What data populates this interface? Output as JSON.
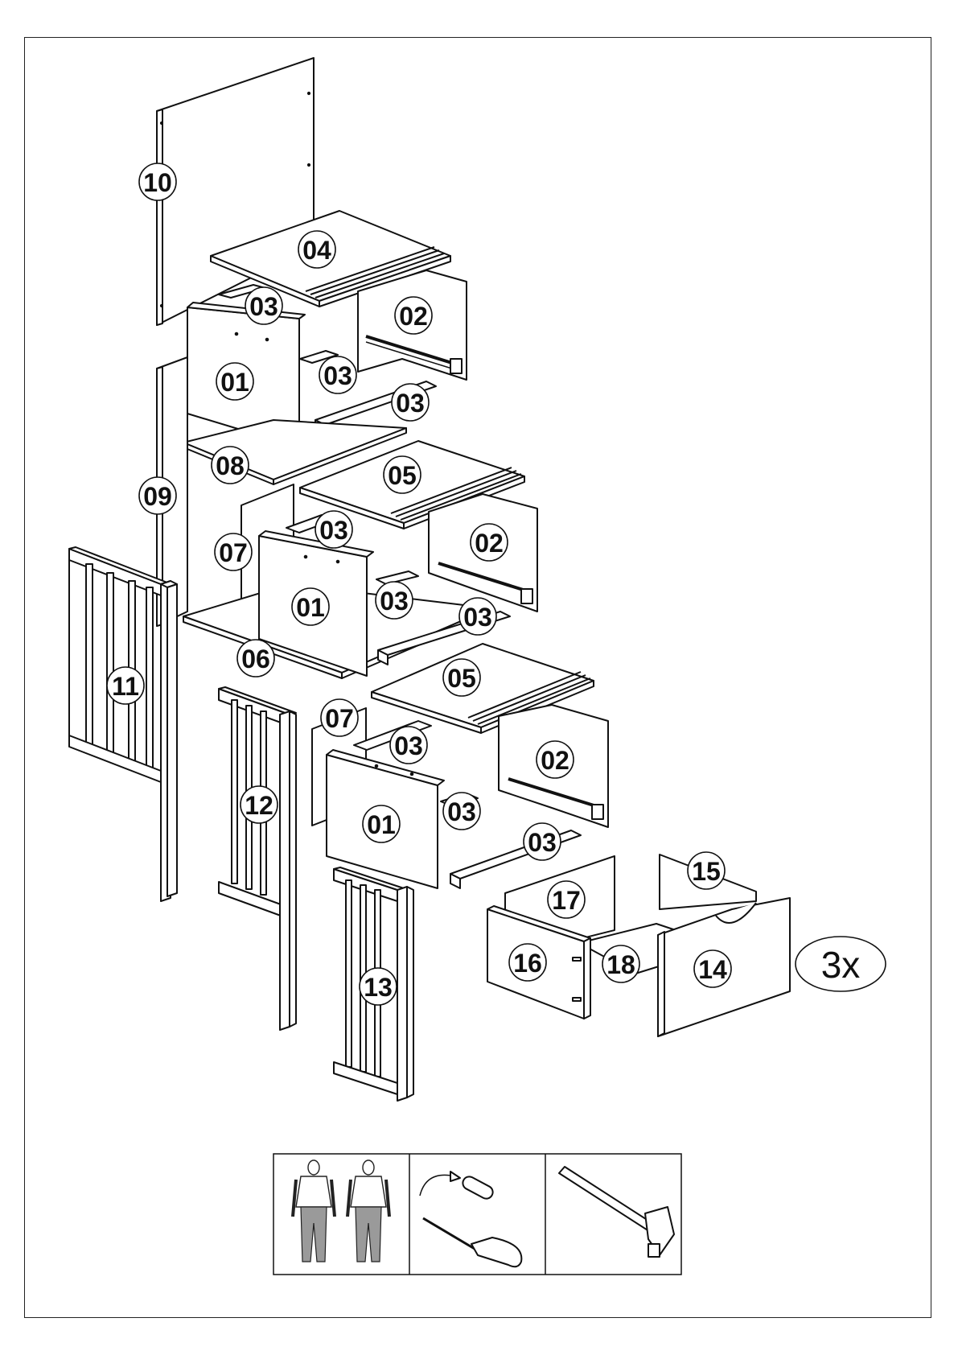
{
  "diagram": {
    "parts": [
      {
        "id": "10",
        "label": "10"
      },
      {
        "id": "04",
        "label": "04"
      },
      {
        "id": "03",
        "label": "03"
      },
      {
        "id": "02",
        "label": "02"
      },
      {
        "id": "01",
        "label": "01"
      },
      {
        "id": "08",
        "label": "08"
      },
      {
        "id": "09",
        "label": "09"
      },
      {
        "id": "05",
        "label": "05"
      },
      {
        "id": "07",
        "label": "07"
      },
      {
        "id": "06",
        "label": "06"
      },
      {
        "id": "11",
        "label": "11"
      },
      {
        "id": "12",
        "label": "12"
      },
      {
        "id": "13",
        "label": "13"
      },
      {
        "id": "14",
        "label": "14"
      },
      {
        "id": "15",
        "label": "15"
      },
      {
        "id": "16",
        "label": "16"
      },
      {
        "id": "17",
        "label": "17"
      },
      {
        "id": "18",
        "label": "18"
      }
    ],
    "multiplier": "3x"
  },
  "tools": {
    "people": "two-persons-icon",
    "screwdriver": "screwdriver-icon",
    "hammer": "hammer-icon"
  }
}
